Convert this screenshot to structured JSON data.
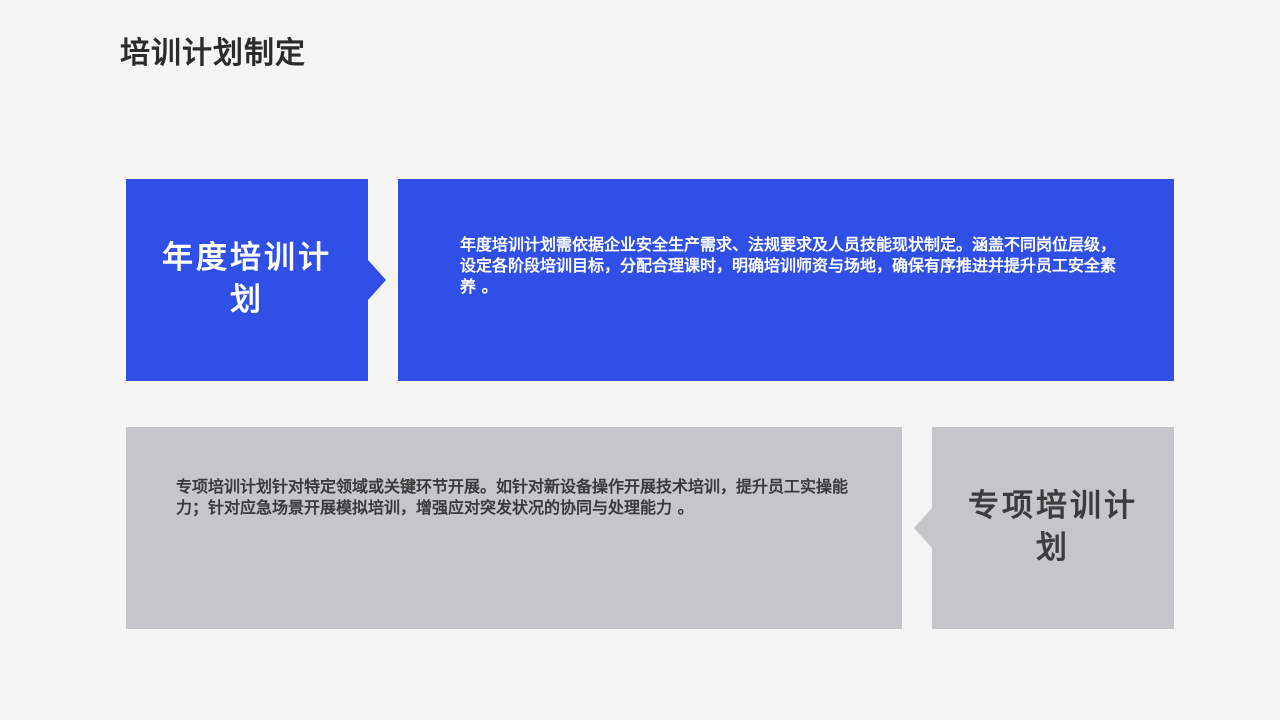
{
  "slide": {
    "title": "培训计划制定"
  },
  "annual_plan": {
    "label": "年度培训计划",
    "description": "年度培训计划需依据企业安全生产需求、法规要求及人员技能现状制定。涵盖不同岗位层级，设定各阶段培训目标，分配合理课时，明确培训师资与场地，确保有序推进并提升员工安全素养 。"
  },
  "special_plan": {
    "label": "专项培训计划",
    "description": "专项培训计划针对特定领域或关键环节开展。如针对新设备操作开展技术培训，提升员工实操能力；针对应急场景开展模拟培训，增强应对突发状况的协同与处理能力 。"
  },
  "colors": {
    "accent_blue": "#2f4fe6",
    "neutral_gray": "#c4c6ca",
    "title_text": "#2b2b2b"
  }
}
